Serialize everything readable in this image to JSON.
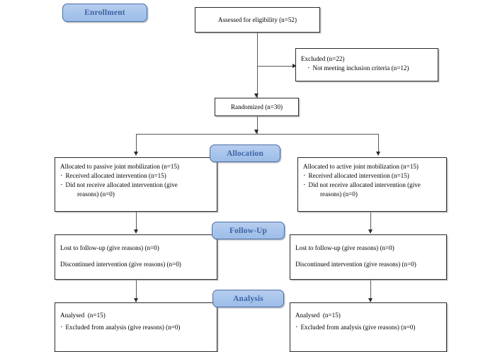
{
  "diagram": {
    "title": "CONSORT participant flow diagram",
    "accent_badge_fill": "#a7c5ec",
    "accent_badge_text": "#3d63a4",
    "box_border": "#2b2b2b",
    "connector_color": "#595959"
  },
  "stages": {
    "enrollment": "Enrollment",
    "allocation": "Allocation",
    "followup": "Follow-Up",
    "analysis": "Analysis"
  },
  "enrollment": {
    "assessed": "Assessed for eligibility (n=52)",
    "excluded_title": "Excluded (n=22)",
    "excluded_reason": "Not meeting inclusion criteria (n=12)",
    "randomized": "Randomized (n=30)"
  },
  "allocation": {
    "left": {
      "title": "Allocated to passive joint mobilization (n=15)",
      "received": "Received allocated intervention (n=15)",
      "not_received": "Did not receive allocated intervention (give",
      "not_received_cont": "reasons) (n=0)"
    },
    "right": {
      "title": "Allocated to active joint mobilization (n=15)",
      "received": "Received allocated intervention (n=15)",
      "not_received": "Did not receive allocated intervention (give",
      "not_received_cont": "reasons) (n=0)"
    }
  },
  "followup": {
    "left": {
      "lost": "Lost to follow-up (give reasons) (n=0)",
      "discontinued": "Discontinued intervention (give reasons) (n=0)"
    },
    "right": {
      "lost": "Lost to follow-up (give reasons) (n=0)",
      "discontinued": "Discontinued intervention (give reasons) (n=0)"
    }
  },
  "analysis": {
    "left": {
      "analysed": "Analysed  (n=15)",
      "excluded": "Excluded from analysis (give reasons) (n=0)"
    },
    "right": {
      "analysed": "Analysed  (n=15)",
      "excluded": "Excluded from analysis (give reasons) (n=0)"
    }
  },
  "counts": {
    "assessed": 52,
    "excluded": 22,
    "excluded_not_meeting_criteria": 12,
    "randomized": 30,
    "allocated_passive": 15,
    "allocated_active": 15,
    "analysed_passive": 15,
    "analysed_active": 15
  }
}
